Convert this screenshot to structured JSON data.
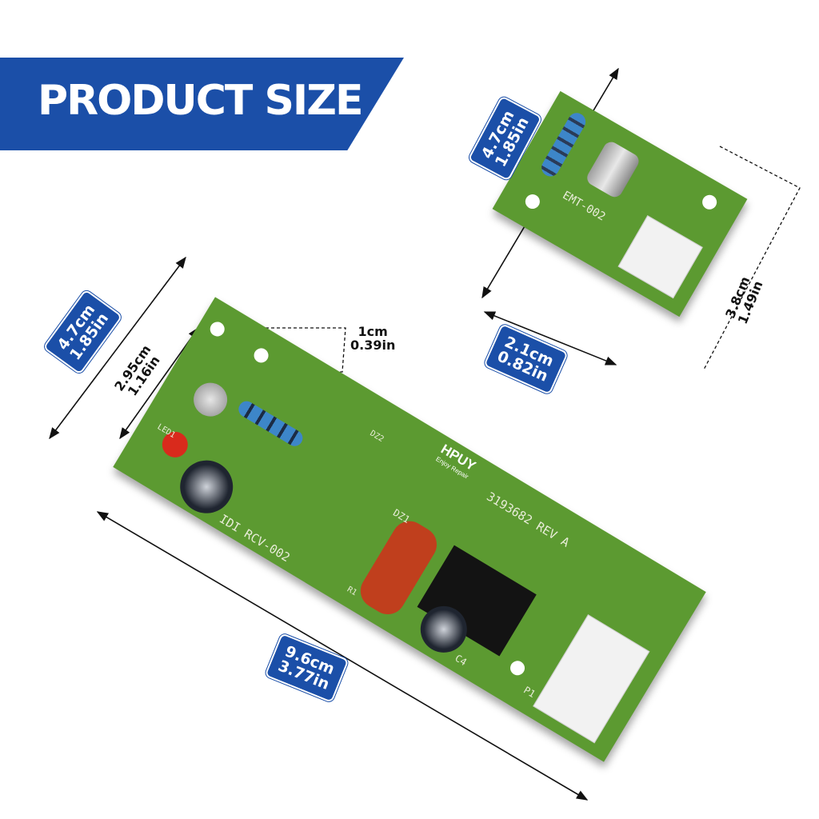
{
  "banner": {
    "title": "PRODUCT SIZE"
  },
  "small_board": {
    "width_label": [
      "4.7cm",
      "1.85in"
    ],
    "height_label": [
      "3.8cm",
      "1.49in"
    ],
    "depth_label": [
      "2.1cm",
      "0.82in"
    ],
    "silkscreen": "EMT-002"
  },
  "large_board": {
    "width_label": [
      "4.7cm",
      "1.85in"
    ],
    "inner_width_label": [
      "2.95cm",
      "1.16in"
    ],
    "hole_spacing_label": [
      "1cm",
      "0.39in"
    ],
    "length_label": [
      "9.6cm",
      "3.77in"
    ],
    "brand": "HPUY",
    "brand_tagline": "Enjoy Repair",
    "part_number": "3193682 REV  A",
    "silkscreen_model": "IDI RCV-002",
    "ref_led": "LED1",
    "ref_d2": "DZ2",
    "ref_dz1": "DZ1",
    "ref_r1": "R1",
    "ref_c4": "C4",
    "ref_p1": "P1"
  },
  "colors": {
    "accent": "#1b4fa8",
    "pcb": "#5c9a31"
  }
}
